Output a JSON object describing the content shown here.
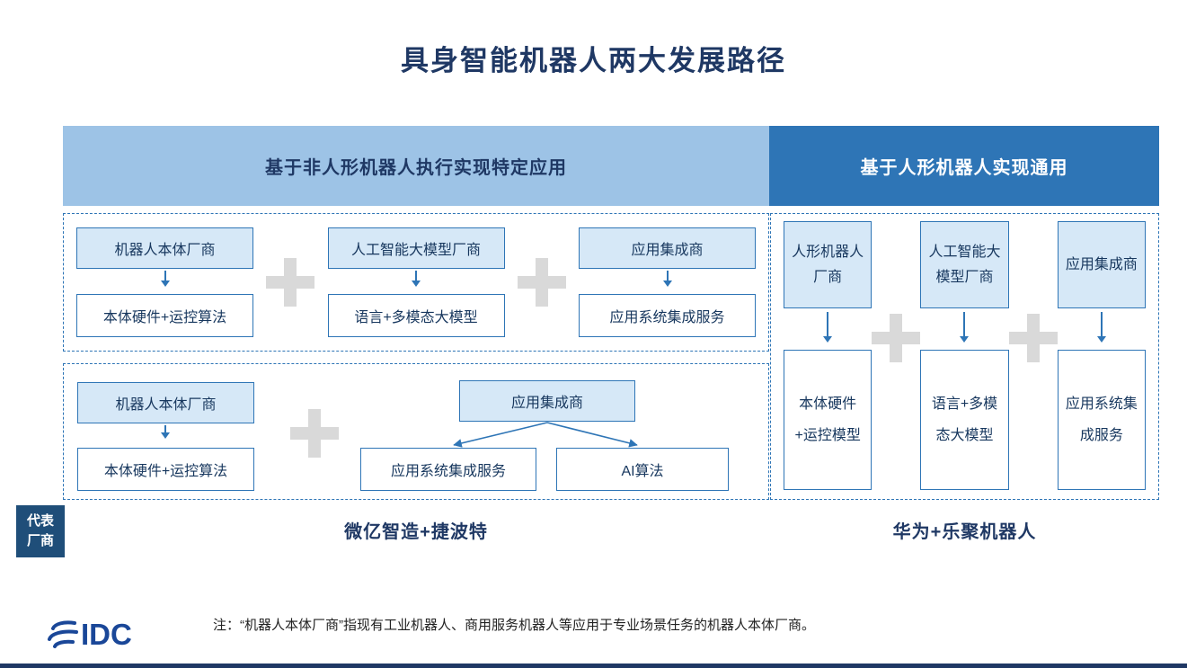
{
  "title": "具身智能机器人两大发展路径",
  "headers": {
    "left": "基于非人形机器人执行实现特定应用",
    "right": "基于人形机器人实现通用"
  },
  "left_path": {
    "row1": {
      "groups": [
        {
          "vendor": "机器人本体厂商",
          "offering": "本体硬件+运控算法"
        },
        {
          "vendor": "人工智能大模型厂商",
          "offering": "语言+多模态大模型"
        },
        {
          "vendor": "应用集成商",
          "offering": "应用系统集成服务"
        }
      ]
    },
    "row2": {
      "vendor": "机器人本体厂商",
      "offering": "本体硬件+运控算法",
      "integrator": "应用集成商",
      "outputs": [
        "应用系统集成服务",
        "AI算法"
      ]
    },
    "representative": "微亿智造+捷波特"
  },
  "right_path": {
    "groups": [
      {
        "vendor": "人形机器人厂商",
        "offering": "本体硬件+运控模型"
      },
      {
        "vendor": "人工智能大模型厂商",
        "offering": "语言+多模态大模型"
      },
      {
        "vendor": "应用集成商",
        "offering": "应用系统集成服务"
      }
    ],
    "representative": "华为+乐聚机器人"
  },
  "side_label": "代表厂商",
  "footnote": "注：“机器人本体厂商”指现有工业机器人、商用服务机器人等应用于专业场景任务的机器人本体厂商。",
  "logo_text": "IDC",
  "colors": {
    "title_navy": "#1F3864",
    "header_left_bg": "#9DC3E6",
    "header_right_bg": "#2E75B6",
    "box_border": "#2E75B6",
    "box_fill_light": "#D6E8F7",
    "plus_gray": "#D9D9D9",
    "side_label_bg": "#1F4E79",
    "logo_blue": "#1A4798",
    "bottom_bar": "#1F3864"
  }
}
